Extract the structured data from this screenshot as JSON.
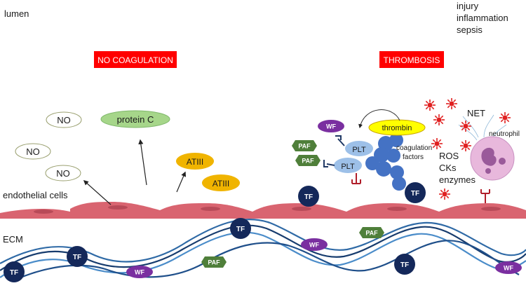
{
  "regions": {
    "lumen": "lumen",
    "endothelial": "endothelial cells",
    "ecm": "ECM"
  },
  "conditions": {
    "no_coagulation": "NO COAGULATION",
    "thrombosis": "THROMBOSIS",
    "banner_color": "#ff0000"
  },
  "triggers": [
    "injury",
    "inflammation",
    "sepsis"
  ],
  "anticoag": {
    "no": "NO",
    "protein_c": "protein C",
    "atiii": "ATIII"
  },
  "thrombus": {
    "thrombin": "thrombin",
    "plt": "PLT",
    "coagulation_factors_1": "coagulation",
    "coagulation_factors_2": "factors"
  },
  "inflammatory": {
    "net": "NET",
    "neutrophil": "neutrophil",
    "ros": "ROS",
    "cks": "CKs",
    "enzymes": "enzymes"
  },
  "markers": {
    "tf": "TF",
    "wf": "WF",
    "paf": "PAF"
  },
  "colors": {
    "tf": "#14285a",
    "wf": "#7a2fa0",
    "paf": "#4f7f3a",
    "endothelium": "#d96470",
    "fiber": "#2f6aa6",
    "no_border": "#9aa070",
    "protein_c": "#a6d68a",
    "atiii": "#f0b400",
    "thrombin": "#ffff00",
    "platelet": "#9dc0e8",
    "factor": "#4472c4",
    "neutrophil": "#e8b8dc"
  }
}
